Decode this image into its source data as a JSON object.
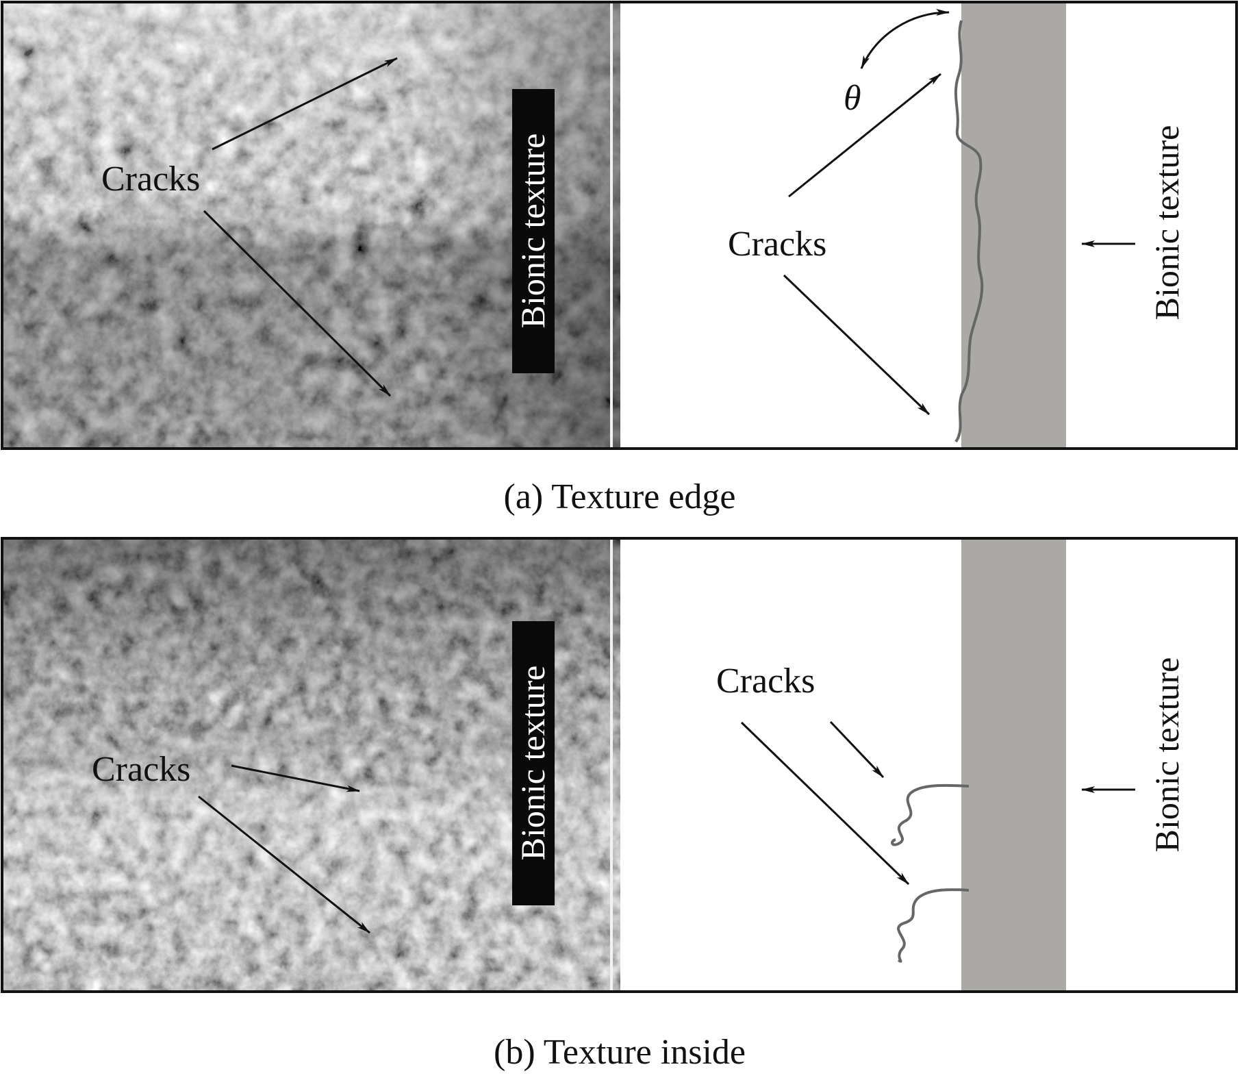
{
  "panel_a": {
    "photo": {
      "cracks_label": "Cracks",
      "texture_label": "Bionic texture"
    },
    "schematic": {
      "cracks_label": "Cracks",
      "angle_symbol": "θ",
      "texture_label": "Bionic texture"
    },
    "caption": "(a) Texture edge"
  },
  "panel_b": {
    "photo": {
      "cracks_label": "Cracks",
      "texture_label": "Bionic texture"
    },
    "schematic": {
      "cracks_label": "Cracks",
      "texture_label": "Bionic texture"
    },
    "caption": "(b) Texture inside"
  },
  "colors": {
    "texture_band": "#aba9a5",
    "frame": "#111111",
    "label_box": "#0a0a0a"
  }
}
